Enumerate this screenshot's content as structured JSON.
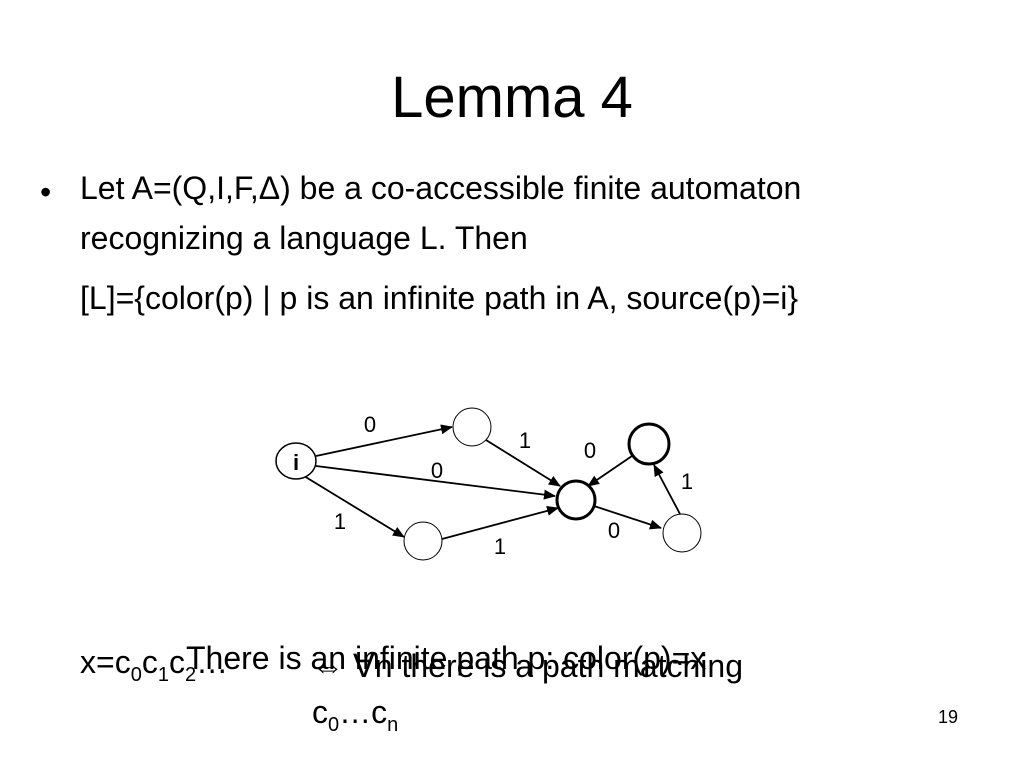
{
  "slide": {
    "title": "Lemma 4",
    "bullet": "•",
    "line1": "Let A=(Q,I,F,Δ) be a co-accessible finite automaton",
    "line2": "recognizing a language L. Then",
    "line3": "[L]={color(p) | p is an infinite path in A, source(p)=i}",
    "page_number": "19"
  },
  "diagram": {
    "initial_label": "i",
    "edge_labels": {
      "i_to_top": "0",
      "i_to_center": "0",
      "i_to_bottom": "1",
      "top_to_center": "1",
      "bottom_to_center": "1",
      "center_to_right": "0",
      "right_to_topright": "1",
      "topright_to_center": "0"
    }
  },
  "bottom": {
    "x_prefix": "x=c",
    "sub0": "0",
    "c1": "c",
    "sub1": "1",
    "c2": "c",
    "sub2": "2",
    "ellipsis": "…",
    "exists_text": "There is an infinite path p: color(p)=x",
    "iff_symbol": "⇔",
    "iff_text": " ∀n there is a path matching",
    "cseq_c": "c",
    "cseq_sub0": "0",
    "cseq_dots": "…",
    "cseq_c2": "c",
    "cseq_subn": "n"
  }
}
